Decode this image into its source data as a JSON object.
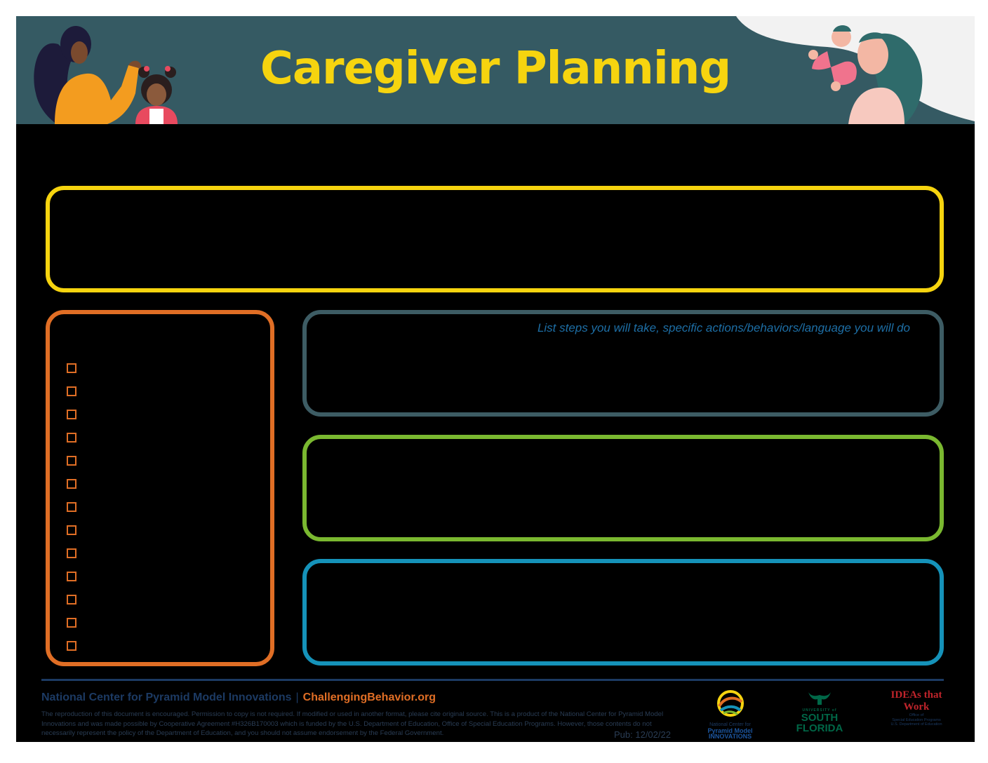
{
  "header": {
    "title": "Caregiver Planning"
  },
  "steps_box": {
    "hint": "List steps you will take, specific actions/behaviors/language you will do"
  },
  "checklist": {
    "count": 13
  },
  "footer": {
    "org_name": "National Center for Pyramid Model Innovations",
    "separator": "|",
    "website": "ChallengingBehavior.org",
    "legal": "The reproduction of this document is encouraged. Permission to copy is not required. If modified or used in another format, please cite original source. This is a product of the National Center for Pyramid Model Innovations and was made possible by Cooperative Agreement #H326B170003 which is funded by the U.S. Department of Education, Office of Special Education Programs. However, those contents do not necessarily represent the policy of the Department of Education, and you should not assume endorsement by the Federal Government.",
    "pub": "Pub: 12/02/22"
  },
  "logos": {
    "ncpmi_line1": "National Center for",
    "ncpmi_line2": "Pyramid Model",
    "ncpmi_line3": "INNOVATIONS",
    "usf_small": "UNIVERSITY of",
    "usf_line1": "SOUTH",
    "usf_line2": "FLORIDA",
    "idea_title": "IDEAs that Work",
    "idea_caption1": "Office of",
    "idea_caption2": "Special Education Programs",
    "idea_caption3": "U.S. Department of Education"
  },
  "colors": {
    "header_bg": "#355a63",
    "title": "#f6d40f",
    "goal_border": "#f6d40f",
    "checklist_border": "#e06e25",
    "steps_border": "#3d5c64",
    "green_border": "#7ab830",
    "blue_border": "#1592b9",
    "website": "#e06e25"
  }
}
